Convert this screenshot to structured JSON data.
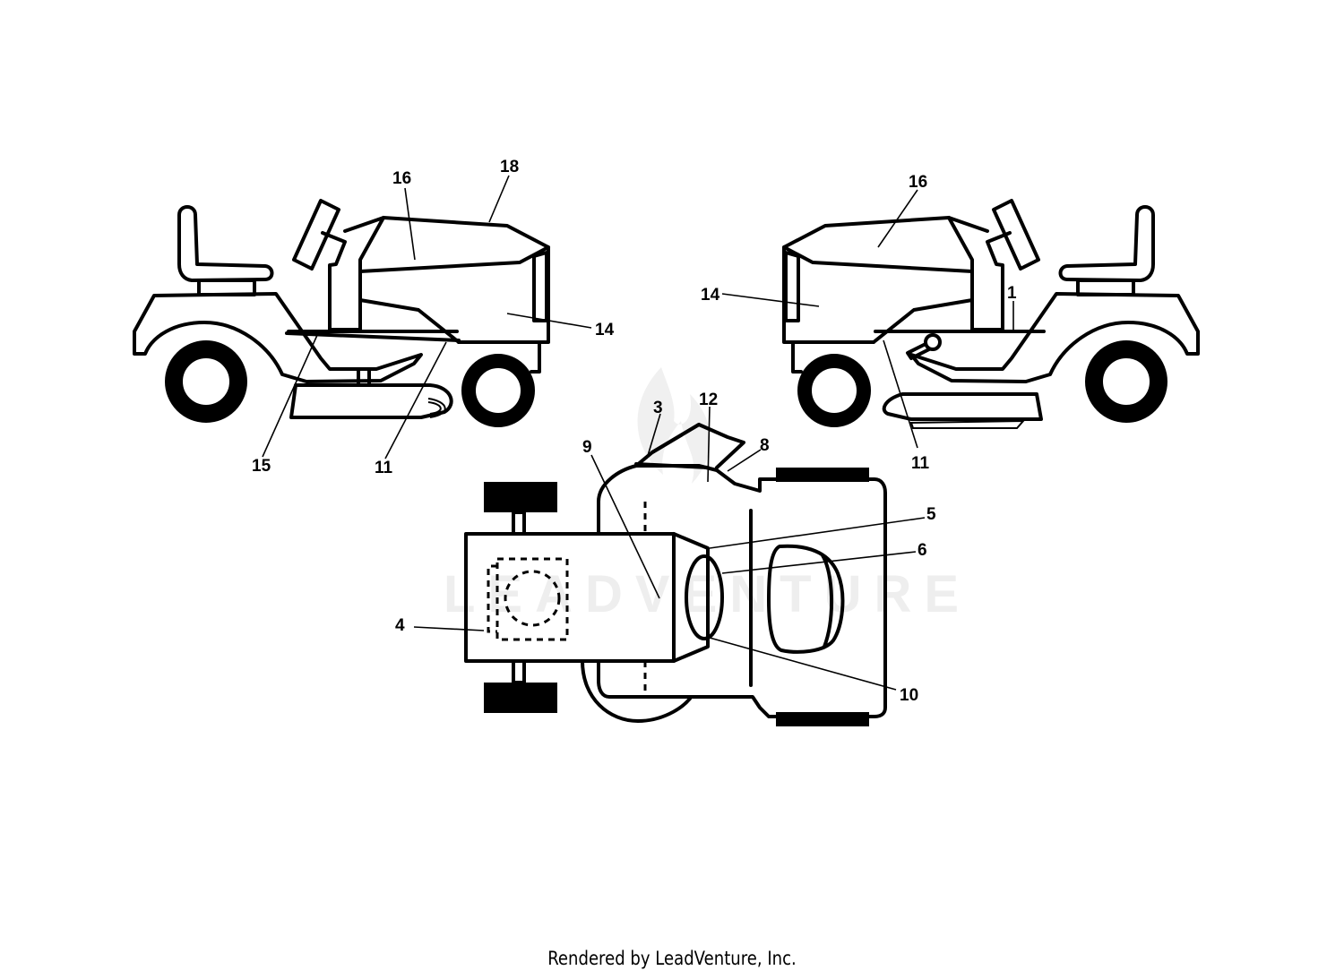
{
  "diagram": {
    "watermark": "LEADVENTURE",
    "callouts": {
      "left_16": "16",
      "left_18": "18",
      "left_14": "14",
      "left_15": "15",
      "left_11": "11",
      "right_16": "16",
      "right_14": "14",
      "right_1": "1",
      "right_11": "11",
      "top_3": "3",
      "top_12": "12",
      "top_8": "8",
      "top_9": "9",
      "top_5": "5",
      "top_6": "6",
      "top_4": "4",
      "top_10": "10"
    }
  },
  "footer": {
    "text": "Rendered by LeadVenture, Inc."
  },
  "colors": {
    "line": "#000000",
    "background": "#ffffff",
    "watermark": "#eeeeee"
  }
}
